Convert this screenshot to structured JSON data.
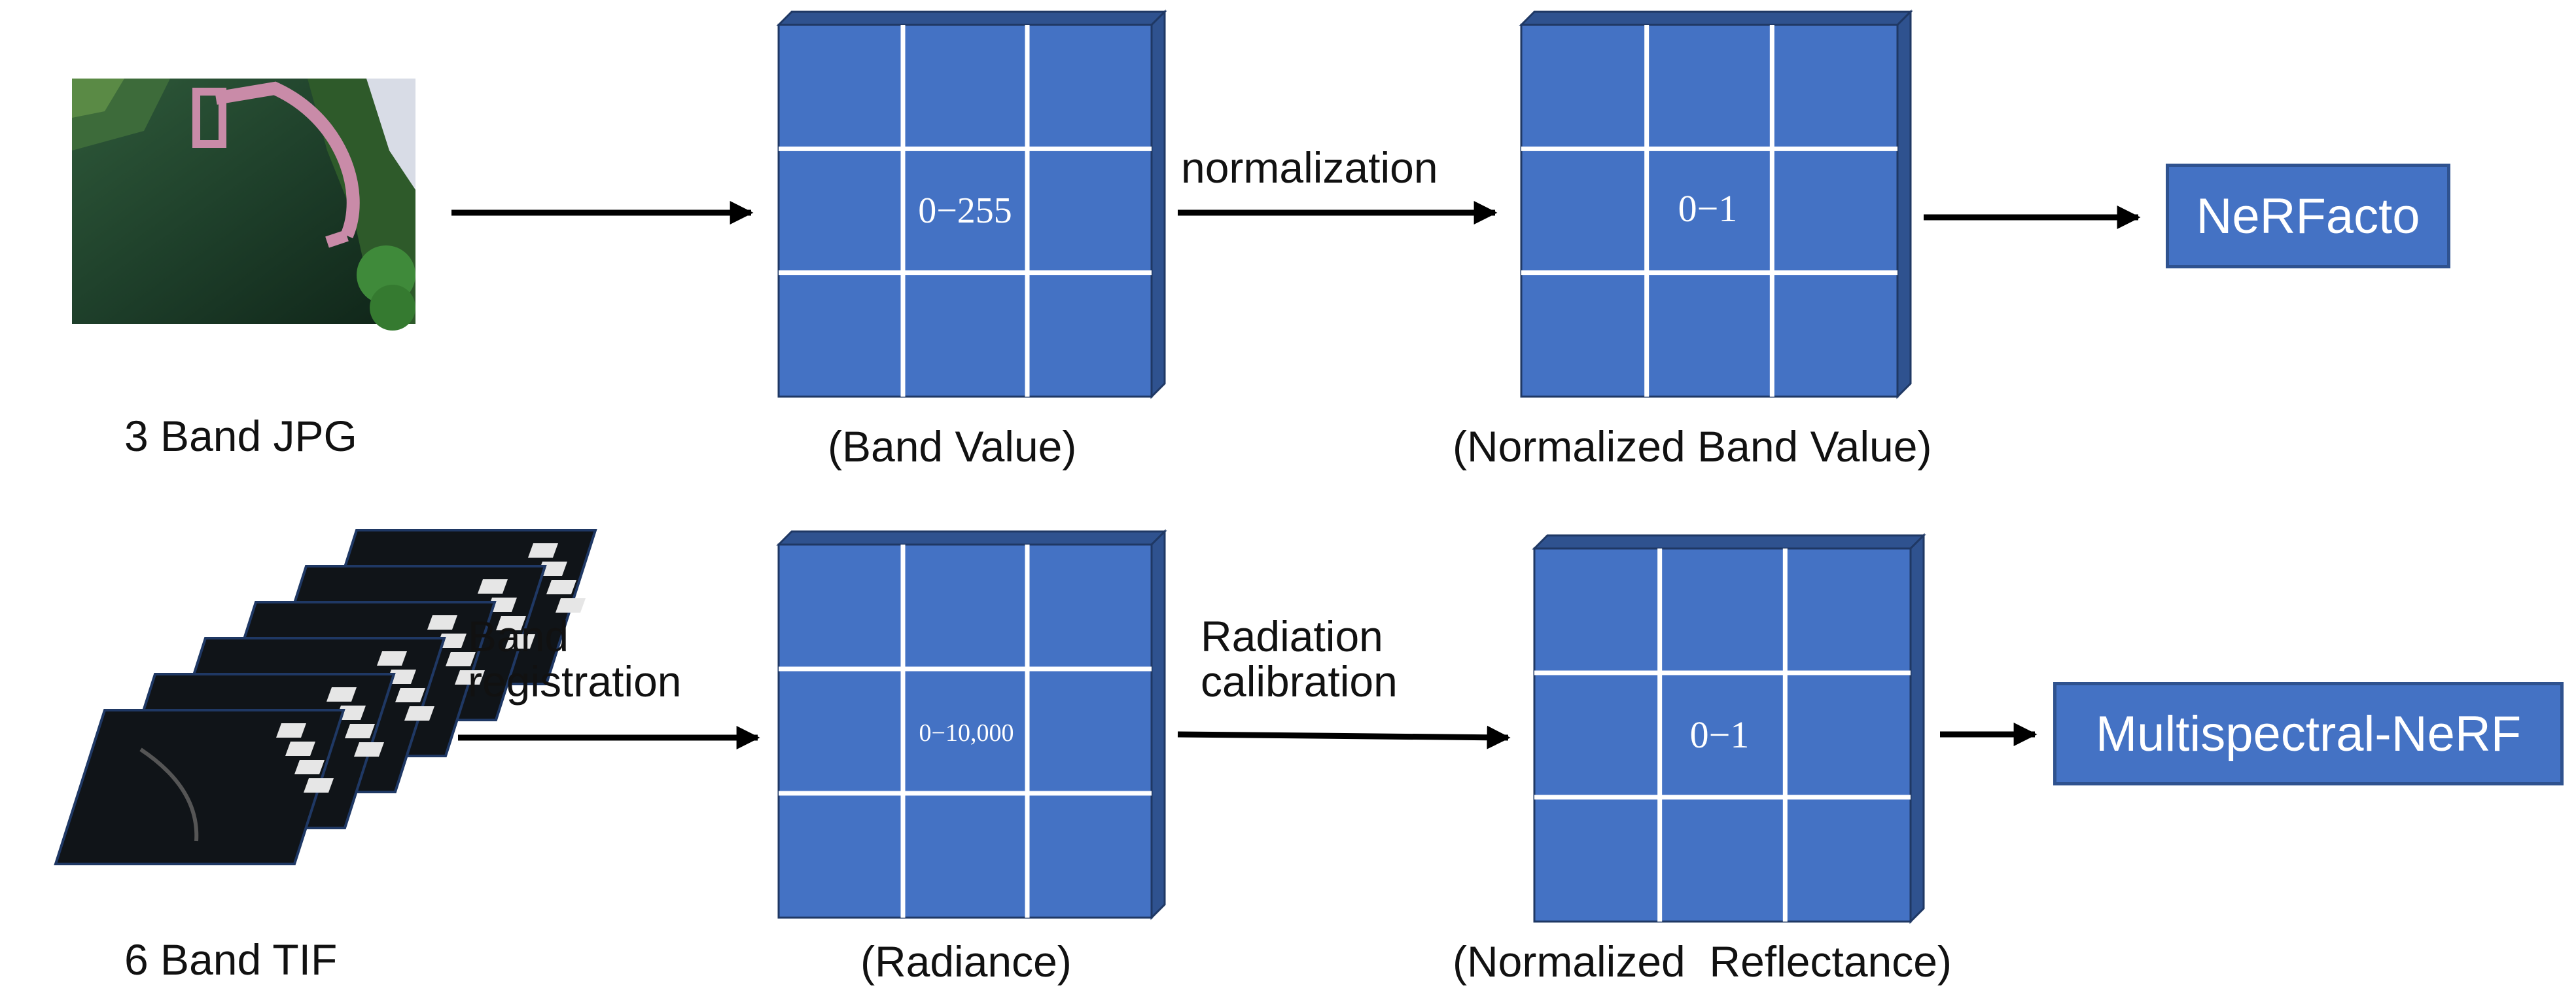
{
  "rows": [
    {
      "input_label": "3 Band JPG",
      "step1_label": "",
      "grid1_value": "0−255",
      "grid1_caption": "(Band Value)",
      "step2_label": "normalization",
      "grid2_value": "0−1",
      "grid2_caption": "(Normalized Band Value)",
      "output": "NeRFacto"
    },
    {
      "input_label": "6 Band TIF",
      "step1_label": "Band\nregistration",
      "grid1_value": "0−10,000",
      "grid1_caption": "(Radiance)",
      "step2_label": "Radiation\ncalibration",
      "grid2_value": "0−1",
      "grid2_caption": "(Normalized  Reflectance)",
      "output": "Multispectral-NeRF"
    }
  ],
  "colors": {
    "grid_face": "#4472c4",
    "grid_side": "#2f528f",
    "arrow": "#000000"
  }
}
